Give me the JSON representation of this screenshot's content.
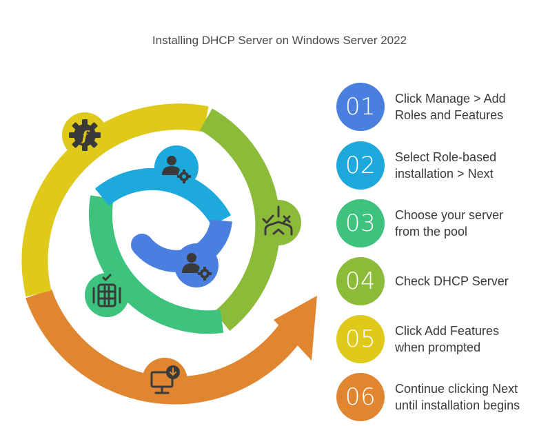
{
  "title": "Installing DHCP Server on Windows Server 2022",
  "steps": [
    {
      "number": "01",
      "text": "Click Manage > Add\nRoles and Features",
      "color": "#4a7fe0",
      "icon": "user-gear-icon"
    },
    {
      "number": "02",
      "text": "Select Role-based\ninstallation > Next",
      "color": "#1ea9dc",
      "icon": "user-gear-icon"
    },
    {
      "number": "03",
      "text": "Choose your server\nfrom the pool",
      "color": "#3dc37e",
      "icon": "server-rack-icon"
    },
    {
      "number": "04",
      "text": "Check DHCP Server",
      "color": "#8cbb3a",
      "icon": "checklist-branch-icon"
    },
    {
      "number": "05",
      "text": "Click Add Features\nwhen prompted",
      "color": "#dfc91a",
      "icon": "feature-gear-icon"
    },
    {
      "number": "06",
      "text": "Continue clicking Next\nuntil installation begins",
      "color": "#e08530",
      "icon": "monitor-download-icon"
    }
  ]
}
